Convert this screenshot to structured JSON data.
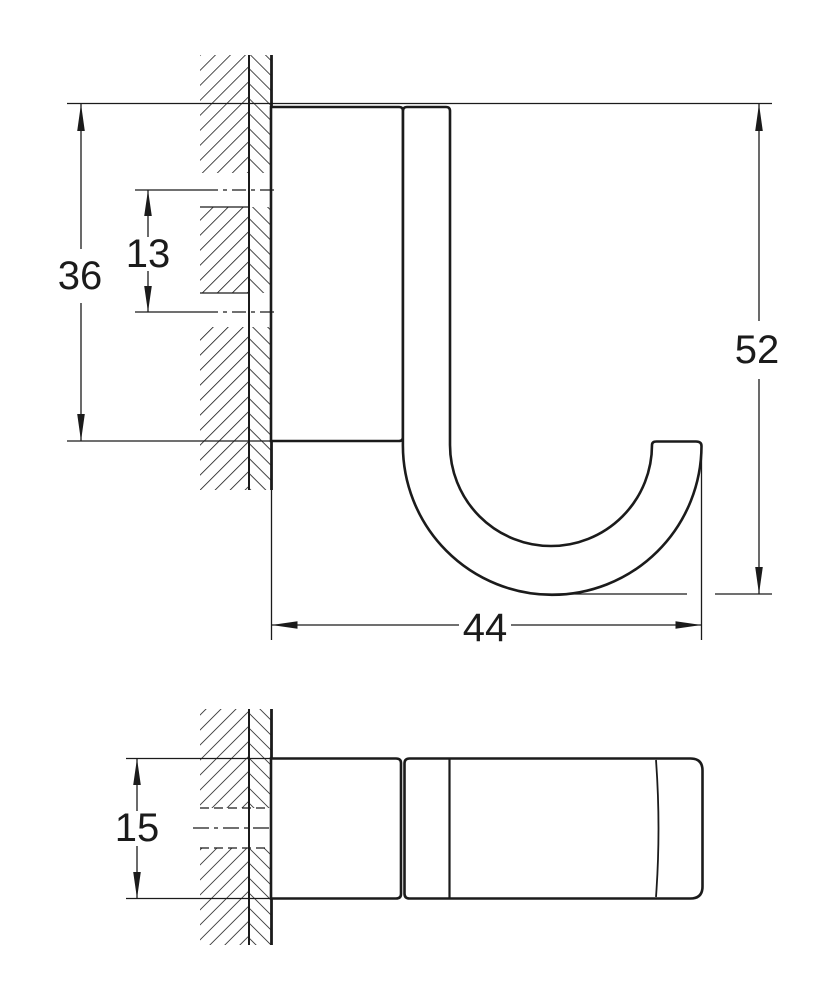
{
  "colors": {
    "line": "#1b1b1b",
    "background": "#ffffff"
  },
  "views": {
    "side": {
      "dims": {
        "mount_plate_height": "36",
        "hole_spacing": "13",
        "overall_height": "52",
        "overall_depth": "44"
      }
    },
    "plan": {
      "dims": {
        "body_width": "15"
      }
    }
  }
}
